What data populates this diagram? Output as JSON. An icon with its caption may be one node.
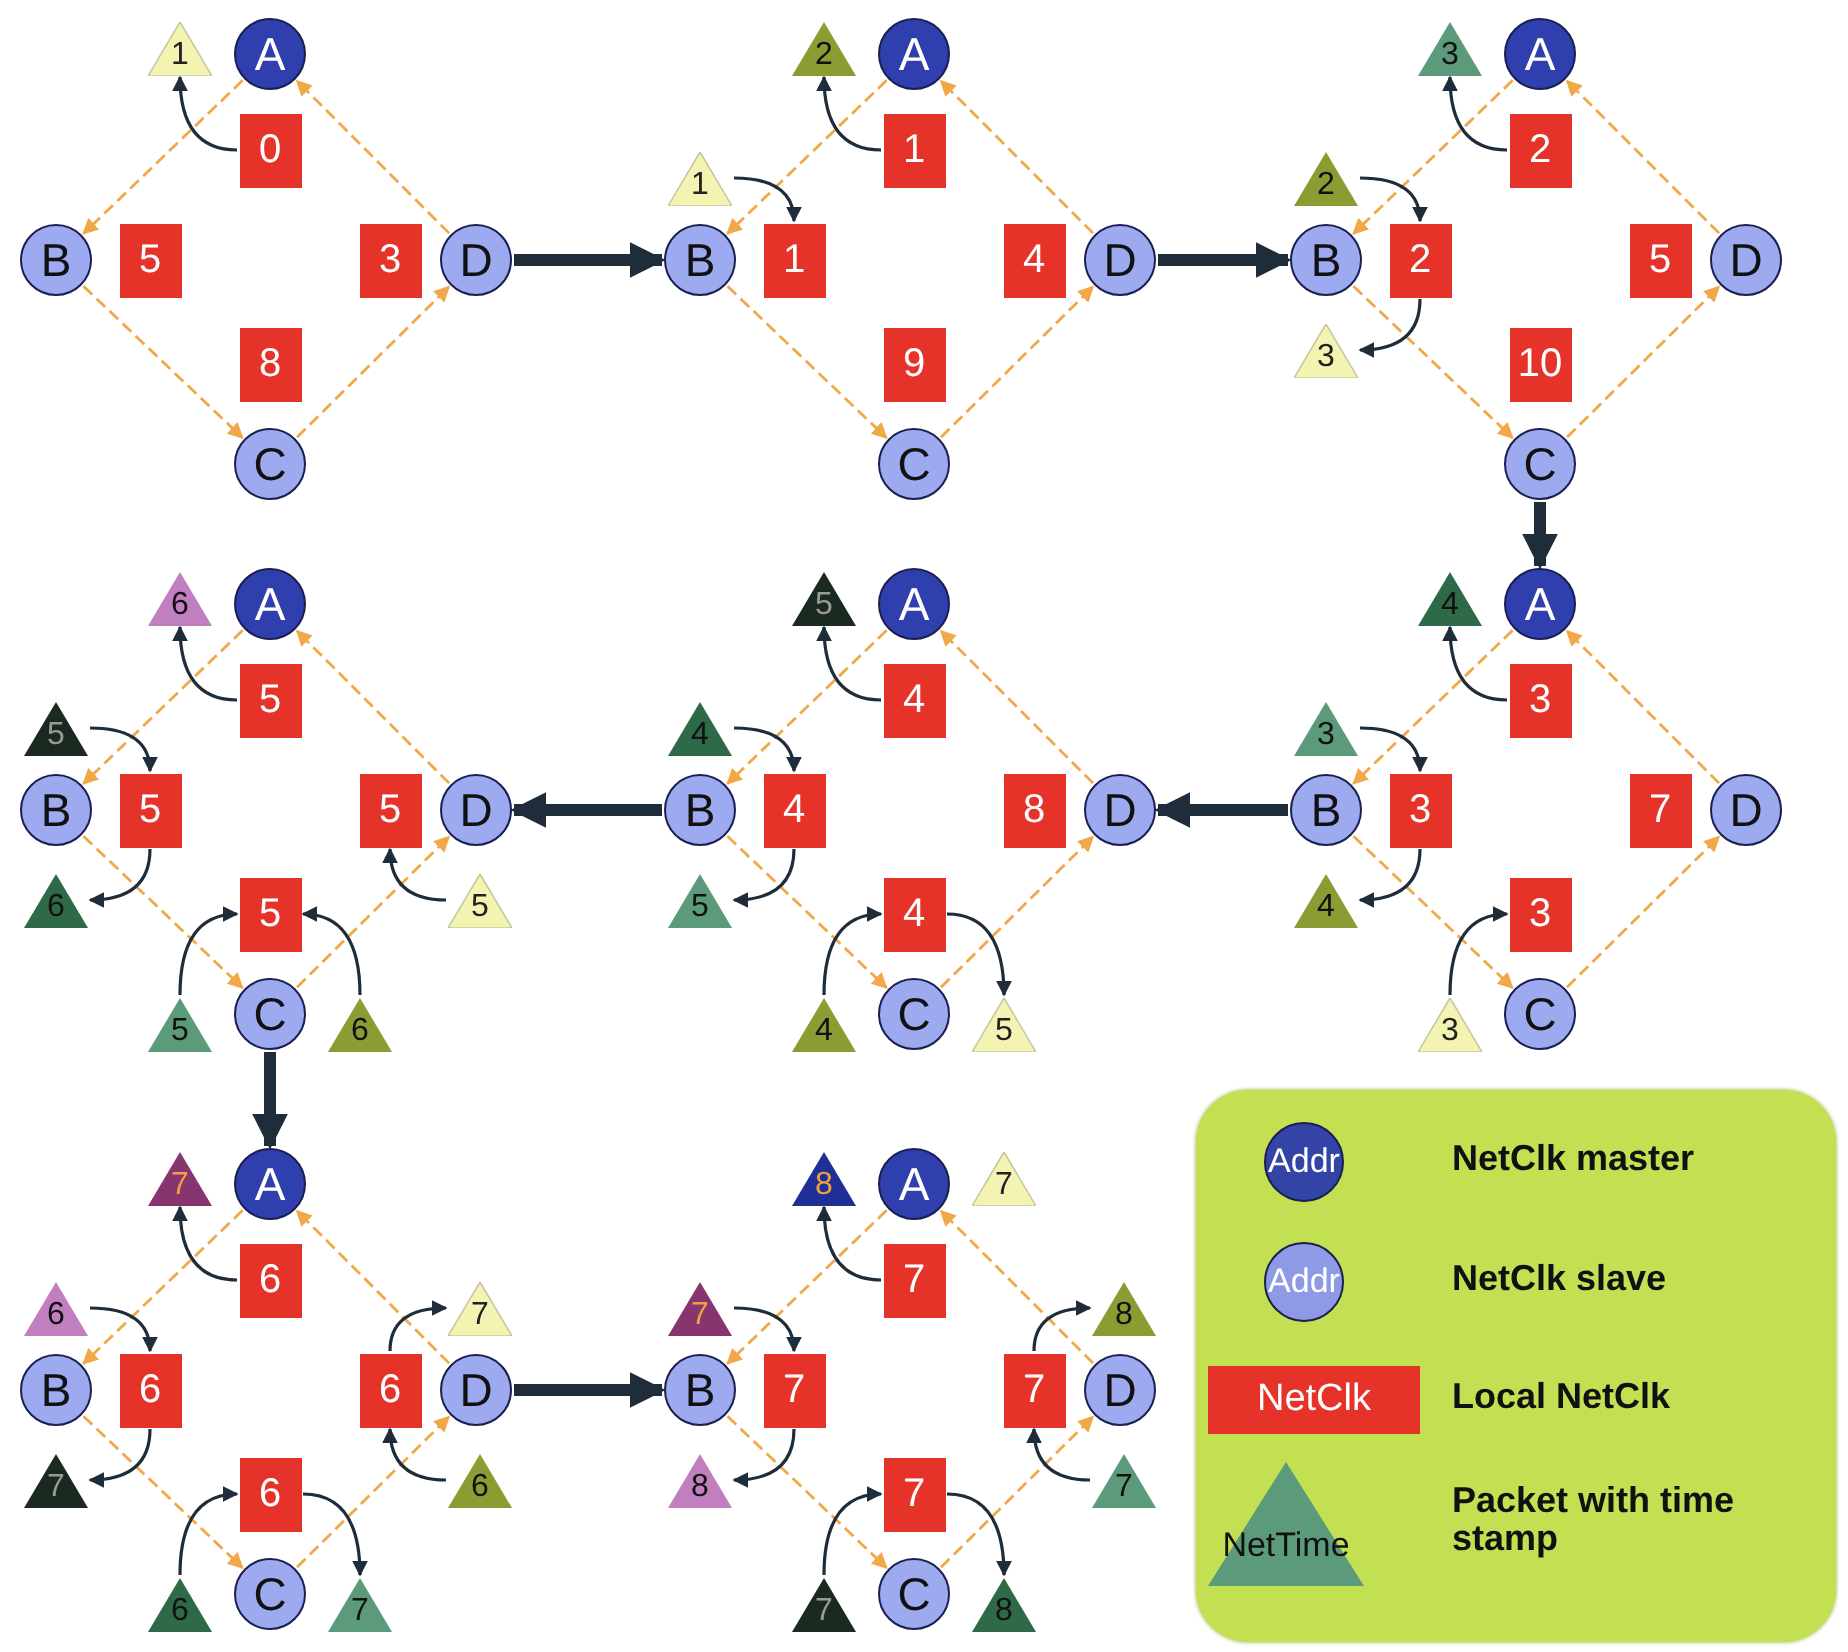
{
  "diagram": {
    "nodes": [
      {
        "text": [
          "A"
        ]
      },
      {
        "text": [
          "B"
        ]
      },
      {
        "text": [
          "C"
        ]
      },
      {
        "text": [
          "D"
        ]
      },
      {
        "text": [
          "0"
        ]
      },
      {
        "text": [
          "5"
        ]
      },
      {
        "text": [
          "3"
        ]
      },
      {
        "text": [
          "8"
        ]
      },
      {
        "text": [
          "1"
        ]
      },
      {
        "text": [
          "A"
        ]
      },
      {
        "text": [
          "B"
        ]
      },
      {
        "text": [
          "C"
        ]
      },
      {
        "text": [
          "D"
        ]
      },
      {
        "text": [
          "1"
        ]
      },
      {
        "text": [
          "1"
        ]
      },
      {
        "text": [
          "4"
        ]
      },
      {
        "text": [
          "9"
        ]
      },
      {
        "text": [
          "2"
        ]
      },
      {
        "text": [
          "1"
        ]
      },
      {
        "text": [
          "A"
        ]
      },
      {
        "text": [
          "B"
        ]
      },
      {
        "text": [
          "C"
        ]
      },
      {
        "text": [
          "D"
        ]
      },
      {
        "text": [
          "2"
        ]
      },
      {
        "text": [
          "2"
        ]
      },
      {
        "text": [
          "5"
        ]
      },
      {
        "text": [
          "10"
        ]
      },
      {
        "text": [
          "3"
        ]
      },
      {
        "text": [
          "2"
        ]
      },
      {
        "text": [
          "3"
        ]
      },
      {
        "text": [
          "A"
        ]
      },
      {
        "text": [
          "B"
        ]
      },
      {
        "text": [
          "C"
        ]
      },
      {
        "text": [
          "D"
        ]
      },
      {
        "text": [
          "3"
        ]
      },
      {
        "text": [
          "3"
        ]
      },
      {
        "text": [
          "7"
        ]
      },
      {
        "text": [
          "3"
        ]
      },
      {
        "text": [
          "4"
        ]
      },
      {
        "text": [
          "3"
        ]
      },
      {
        "text": [
          "4"
        ]
      },
      {
        "text": [
          "3"
        ]
      },
      {
        "text": [
          "A"
        ]
      },
      {
        "text": [
          "B"
        ]
      },
      {
        "text": [
          "C"
        ]
      },
      {
        "text": [
          "D"
        ]
      },
      {
        "text": [
          "4"
        ]
      },
      {
        "text": [
          "4"
        ]
      },
      {
        "text": [
          "8"
        ]
      },
      {
        "text": [
          "4"
        ]
      },
      {
        "text": [
          "5"
        ]
      },
      {
        "text": [
          "4"
        ]
      },
      {
        "text": [
          "5"
        ]
      },
      {
        "text": [
          "4"
        ]
      },
      {
        "text": [
          "5"
        ]
      },
      {
        "text": [
          "A"
        ]
      },
      {
        "text": [
          "B"
        ]
      },
      {
        "text": [
          "C"
        ]
      },
      {
        "text": [
          "D"
        ]
      },
      {
        "text": [
          "5"
        ]
      },
      {
        "text": [
          "5"
        ]
      },
      {
        "text": [
          "5"
        ]
      },
      {
        "text": [
          "5"
        ]
      },
      {
        "text": [
          "6"
        ]
      },
      {
        "text": [
          "5"
        ]
      },
      {
        "text": [
          "6"
        ]
      },
      {
        "text": [
          "5"
        ]
      },
      {
        "text": [
          "6"
        ]
      },
      {
        "text": [
          "5"
        ]
      },
      {
        "text": [
          "A"
        ]
      },
      {
        "text": [
          "B"
        ]
      },
      {
        "text": [
          "C"
        ]
      },
      {
        "text": [
          "D"
        ]
      },
      {
        "text": [
          "6"
        ]
      },
      {
        "text": [
          "6"
        ]
      },
      {
        "text": [
          "6"
        ]
      },
      {
        "text": [
          "6"
        ]
      },
      {
        "text": [
          "7"
        ]
      },
      {
        "text": [
          "6"
        ]
      },
      {
        "text": [
          "7"
        ]
      },
      {
        "text": [
          "6"
        ]
      },
      {
        "text": [
          "7"
        ]
      },
      {
        "text": [
          "6"
        ]
      },
      {
        "text": [
          "7"
        ]
      },
      {
        "text": [
          "A"
        ]
      },
      {
        "text": [
          "B"
        ]
      },
      {
        "text": [
          "C"
        ]
      },
      {
        "text": [
          "D"
        ]
      },
      {
        "text": [
          "7"
        ]
      },
      {
        "text": [
          "7"
        ]
      },
      {
        "text": [
          "7"
        ]
      },
      {
        "text": [
          "7"
        ]
      },
      {
        "text": [
          "8"
        ]
      },
      {
        "text": [
          "7"
        ]
      },
      {
        "text": [
          "7"
        ]
      },
      {
        "text": [
          "8"
        ]
      },
      {
        "text": [
          "7"
        ]
      },
      {
        "text": [
          "8"
        ]
      },
      {
        "text": [
          "7"
        ]
      },
      {
        "text": [
          "8"
        ]
      }
    ],
    "edges": [
      {
        "from": 0,
        "to": 1,
        "arrow": "to",
        "style": "dashed",
        "color": "#f0a848"
      },
      {
        "from": 1,
        "to": 2,
        "arrow": "to",
        "style": "dashed",
        "color": "#f0a848"
      },
      {
        "from": 2,
        "to": 3,
        "arrow": "to",
        "style": "dashed",
        "color": "#f0a848"
      },
      {
        "from": 3,
        "to": 0,
        "arrow": "to",
        "style": "dashed",
        "color": "#f0a848"
      },
      {
        "from": 4,
        "to": 8,
        "arrow": "to"
      },
      {
        "from": 9,
        "to": 10,
        "arrow": "to",
        "style": "dashed",
        "color": "#f0a848"
      },
      {
        "from": 10,
        "to": 11,
        "arrow": "to",
        "style": "dashed",
        "color": "#f0a848"
      },
      {
        "from": 11,
        "to": 12,
        "arrow": "to",
        "style": "dashed",
        "color": "#f0a848"
      },
      {
        "from": 12,
        "to": 9,
        "arrow": "to",
        "style": "dashed",
        "color": "#f0a848"
      },
      {
        "from": 13,
        "to": 17,
        "arrow": "to"
      },
      {
        "from": 18,
        "to": 14,
        "arrow": "to"
      },
      {
        "from": 19,
        "to": 20,
        "arrow": "to",
        "style": "dashed",
        "color": "#f0a848"
      },
      {
        "from": 20,
        "to": 21,
        "arrow": "to",
        "style": "dashed",
        "color": "#f0a848"
      },
      {
        "from": 21,
        "to": 22,
        "arrow": "to",
        "style": "dashed",
        "color": "#f0a848"
      },
      {
        "from": 22,
        "to": 19,
        "arrow": "to",
        "style": "dashed",
        "color": "#f0a848"
      },
      {
        "from": 23,
        "to": 27,
        "arrow": "to"
      },
      {
        "from": 28,
        "to": 24,
        "arrow": "to"
      },
      {
        "from": 24,
        "to": 29,
        "arrow": "to"
      },
      {
        "from": 30,
        "to": 31,
        "arrow": "to",
        "style": "dashed",
        "color": "#f0a848"
      },
      {
        "from": 31,
        "to": 32,
        "arrow": "to",
        "style": "dashed",
        "color": "#f0a848"
      },
      {
        "from": 32,
        "to": 33,
        "arrow": "to",
        "style": "dashed",
        "color": "#f0a848"
      },
      {
        "from": 33,
        "to": 30,
        "arrow": "to",
        "style": "dashed",
        "color": "#f0a848"
      },
      {
        "from": 34,
        "to": 38,
        "arrow": "to"
      },
      {
        "from": 39,
        "to": 35,
        "arrow": "to"
      },
      {
        "from": 35,
        "to": 40,
        "arrow": "to"
      },
      {
        "from": 41,
        "to": 37,
        "arrow": "to"
      },
      {
        "from": 42,
        "to": 43,
        "arrow": "to",
        "style": "dashed",
        "color": "#f0a848"
      },
      {
        "from": 43,
        "to": 44,
        "arrow": "to",
        "style": "dashed",
        "color": "#f0a848"
      },
      {
        "from": 44,
        "to": 45,
        "arrow": "to",
        "style": "dashed",
        "color": "#f0a848"
      },
      {
        "from": 45,
        "to": 42,
        "arrow": "to",
        "style": "dashed",
        "color": "#f0a848"
      },
      {
        "from": 46,
        "to": 50,
        "arrow": "to"
      },
      {
        "from": 51,
        "to": 47,
        "arrow": "to"
      },
      {
        "from": 47,
        "to": 52,
        "arrow": "to"
      },
      {
        "from": 53,
        "to": 49,
        "arrow": "to"
      },
      {
        "from": 49,
        "to": 54,
        "arrow": "to"
      },
      {
        "from": 55,
        "to": 56,
        "arrow": "to",
        "style": "dashed",
        "color": "#f0a848"
      },
      {
        "from": 56,
        "to": 57,
        "arrow": "to",
        "style": "dashed",
        "color": "#f0a848"
      },
      {
        "from": 57,
        "to": 58,
        "arrow": "to",
        "style": "dashed",
        "color": "#f0a848"
      },
      {
        "from": 58,
        "to": 55,
        "arrow": "to",
        "style": "dashed",
        "color": "#f0a848"
      },
      {
        "from": 59,
        "to": 63,
        "arrow": "to"
      },
      {
        "from": 64,
        "to": 60,
        "arrow": "to"
      },
      {
        "from": 60,
        "to": 65,
        "arrow": "to"
      },
      {
        "from": 66,
        "to": 62,
        "arrow": "to"
      },
      {
        "from": 67,
        "to": 62,
        "arrow": "to"
      },
      {
        "from": 68,
        "to": 61,
        "arrow": "to"
      },
      {
        "from": 69,
        "to": 70,
        "arrow": "to",
        "style": "dashed",
        "color": "#f0a848"
      },
      {
        "from": 70,
        "to": 71,
        "arrow": "to",
        "style": "dashed",
        "color": "#f0a848"
      },
      {
        "from": 71,
        "to": 72,
        "arrow": "to",
        "style": "dashed",
        "color": "#f0a848"
      },
      {
        "from": 72,
        "to": 69,
        "arrow": "to",
        "style": "dashed",
        "color": "#f0a848"
      },
      {
        "from": 73,
        "to": 77,
        "arrow": "to"
      },
      {
        "from": 78,
        "to": 74,
        "arrow": "to"
      },
      {
        "from": 74,
        "to": 79,
        "arrow": "to"
      },
      {
        "from": 80,
        "to": 76,
        "arrow": "to"
      },
      {
        "from": 76,
        "to": 81,
        "arrow": "to"
      },
      {
        "from": 82,
        "to": 75,
        "arrow": "to"
      },
      {
        "from": 75,
        "to": 83,
        "arrow": "to"
      },
      {
        "from": 84,
        "to": 85,
        "arrow": "to",
        "style": "dashed",
        "color": "#f0a848"
      },
      {
        "from": 85,
        "to": 86,
        "arrow": "to",
        "style": "dashed",
        "color": "#f0a848"
      },
      {
        "from": 86,
        "to": 87,
        "arrow": "to",
        "style": "dashed",
        "color": "#f0a848"
      },
      {
        "from": 87,
        "to": 84,
        "arrow": "to",
        "style": "dashed",
        "color": "#f0a848"
      },
      {
        "from": 88,
        "to": 92,
        "arrow": "to"
      },
      {
        "from": 94,
        "to": 89,
        "arrow": "to"
      },
      {
        "from": 89,
        "to": 95,
        "arrow": "to"
      },
      {
        "from": 96,
        "to": 91,
        "arrow": "to"
      },
      {
        "from": 91,
        "to": 97,
        "arrow": "to"
      },
      {
        "from": 98,
        "to": 90,
        "arrow": "to"
      },
      {
        "from": 90,
        "to": 99,
        "arrow": "to"
      },
      {
        "from": 3,
        "to": 10,
        "arrow": "to",
        "style": "thick"
      },
      {
        "from": 12,
        "to": 20,
        "arrow": "to",
        "style": "thick"
      },
      {
        "from": 21,
        "to": 30,
        "arrow": "to",
        "style": "thick"
      },
      {
        "from": 31,
        "to": 45,
        "arrow": "to",
        "style": "thick"
      },
      {
        "from": 43,
        "to": 58,
        "arrow": "to",
        "style": "thick"
      },
      {
        "from": 57,
        "to": 69,
        "arrow": "to",
        "style": "thick"
      },
      {
        "from": 72,
        "to": 85,
        "arrow": "to",
        "style": "thick"
      }
    ],
    "labels": [
      "Addr",
      "Addr",
      "NetClk",
      "NetTime"
    ],
    "legend": [
      {
        "text": "NetClk master"
      },
      {
        "text": "NetClk slave"
      },
      {
        "text": "Local NetClk"
      },
      {
        "text": "Packet with time stamp"
      }
    ]
  }
}
